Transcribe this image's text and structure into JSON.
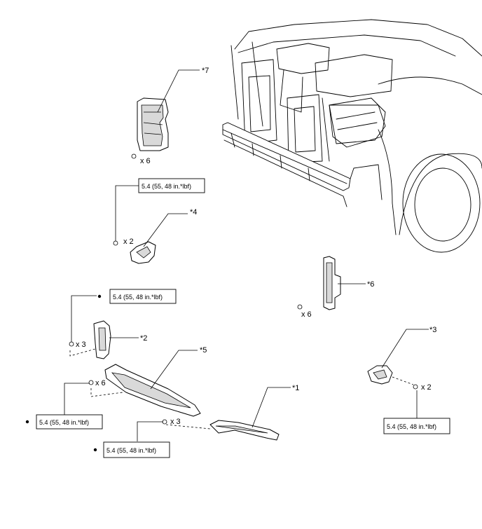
{
  "parts": {
    "p1": "*1",
    "p2": "*2",
    "p3": "*3",
    "p4": "*4",
    "p5": "*5",
    "p6": "*6",
    "p7": "*7"
  },
  "quantities": {
    "q7": "x 6",
    "q4": "x 2",
    "q6": "x 6",
    "q2": "x 3",
    "q5": "x 6",
    "q1": "x 3",
    "q3": "x 2"
  },
  "torques": {
    "t4": "5.4 (55, 48 in.*lbf)",
    "t2": "5.4 (55, 48 in.*lbf)",
    "t5": "5.4 (55, 48 in.*lbf)",
    "t1": "5.4 (55, 48 in.*lbf)",
    "t3": "5.4 (55, 48 in.*lbf)"
  }
}
